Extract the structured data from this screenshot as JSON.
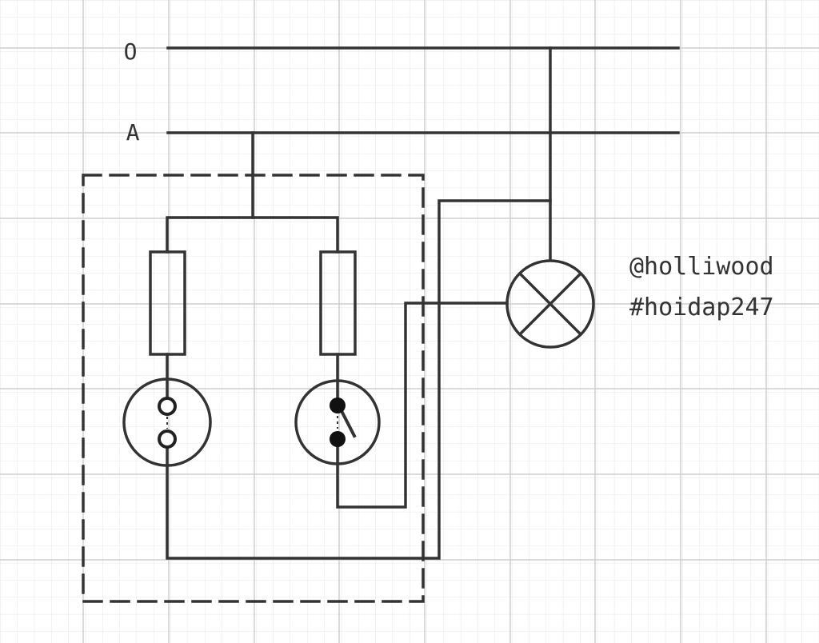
{
  "lines": {
    "neutral_label": "O",
    "phase_label": "A"
  },
  "watermark": {
    "handle": "@holliwood",
    "tag": "#hoidap247"
  },
  "colors": {
    "wire": "#333333",
    "grid_fine": "#e6e6e6",
    "grid_major": "#cfcfcf",
    "background": "#ffffff"
  }
}
